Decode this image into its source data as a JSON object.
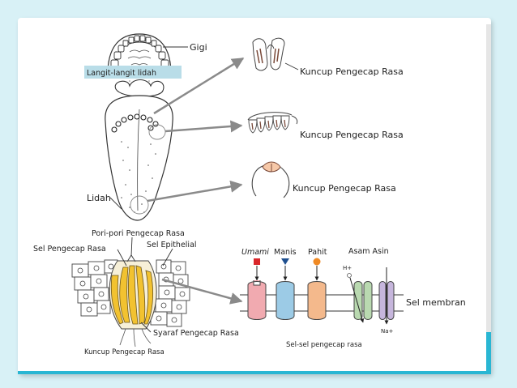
{
  "labels": {
    "gigi": "Gigi",
    "langit": "Langit-langit lidah",
    "lidah": "Lidah",
    "kuncup1": "Kuncup Pengecap Rasa",
    "kuncup2": "Kuncup Pengecap Rasa",
    "kuncup3": "Kuncup Pengecap Rasa",
    "pori": "Pori-pori Pengecap Rasa",
    "sel_pengecap": "Sel Pengecap Rasa",
    "sel_epithelial": "Sel Epithelial",
    "syaraf": "Syaraf Pengecap Rasa",
    "kuncup_caption": "Kuncup Pengecap Rasa",
    "umami": "Umami",
    "manis": "Manis",
    "pahit": "Pahit",
    "asam_asin": "Asam Asin",
    "h_plus": "H+",
    "na_plus": "Na+",
    "sel_membran": "Sel membran",
    "sel_caption": "Sel-sel pengecap rasa"
  },
  "colors": {
    "background": "#d8f1f6",
    "accent": "#29b6d3",
    "umami_marker": "#d9262a",
    "manis_marker": "#1f4f8f",
    "pahit_marker": "#f08a24",
    "receptor_umami": "#f1aab0",
    "receptor_manis": "#9ccbe6",
    "receptor_pahit": "#f4b98c",
    "channel_asam": "#b9d9b0",
    "channel_asin": "#c6b6dc",
    "taste_cells": "#f2c230"
  }
}
